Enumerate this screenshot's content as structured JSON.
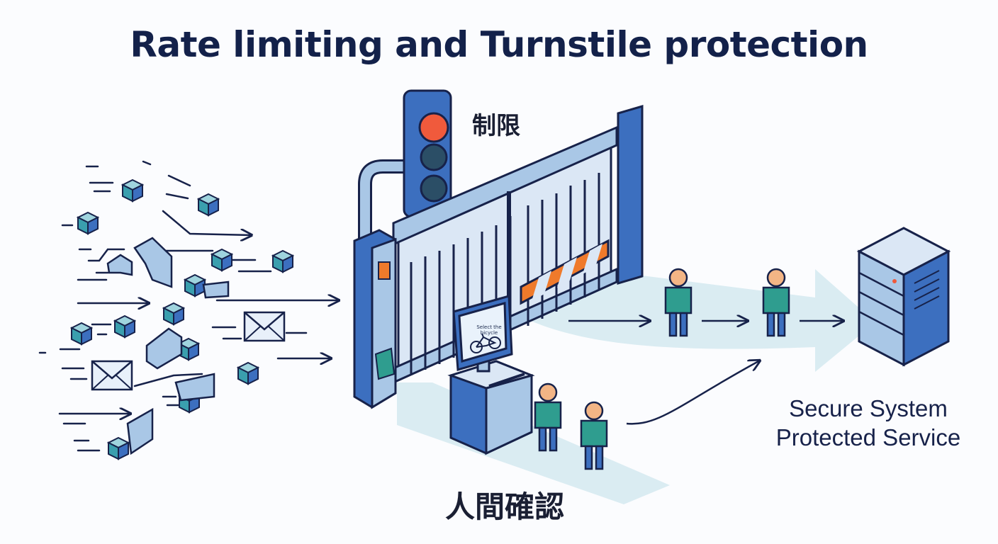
{
  "title": "Rate limiting and Turnstile protection",
  "labels": {
    "limit": "制限",
    "human_check": "人間確認",
    "secure_line1": "Secure System",
    "secure_line2": "Protected Service",
    "captcha_prompt": "Select the bicycle"
  },
  "traffic_light": {
    "active": "red"
  },
  "colors": {
    "navy": "#17224a",
    "blue": "#3c6fbf",
    "light_blue": "#a9c7e6",
    "teal": "#3a9fae",
    "red": "#f05a3c",
    "orange": "#ef7a2b",
    "path": "#d3e9f0",
    "skin": "#f3b585",
    "person_body": "#2f9d8f"
  },
  "icons": [
    "cube-icon",
    "envelope-icon",
    "traffic-light-icon",
    "gate-icon",
    "turnstile-kiosk-icon",
    "bicycle-icon",
    "person-icon",
    "server-icon"
  ]
}
